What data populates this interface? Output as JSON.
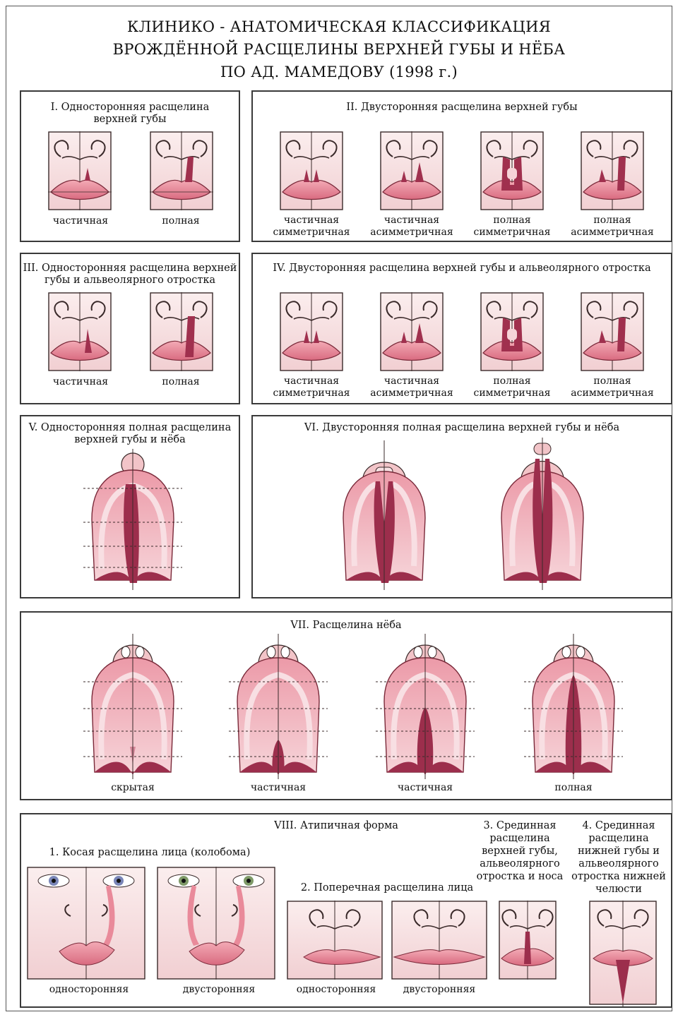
{
  "title": {
    "line1": "КЛИНИКО - АНАТОМИЧЕСКАЯ КЛАССИФИКАЦИЯ",
    "line2": "ВРОЖДЁННОЙ РАСЩЕЛИНЫ ВЕРХНЕЙ ГУБЫ И НЁБА",
    "line3": "ПО АД. МАМЕДОВУ (1998 г.)"
  },
  "colors": {
    "skin": "#f8e4e4",
    "lip": "#e98a9a",
    "lip_dark": "#a0304e",
    "palate": "#f2b4bc",
    "palate_dark": "#9c2e4c",
    "line": "#3a2a2a"
  },
  "panel1": {
    "title1": "I. Односторонняя расщелина",
    "title2": "верхней губы",
    "labels": [
      "частичная",
      "полная"
    ]
  },
  "panel2": {
    "title": "II. Двусторонняя расщелина верхней губы",
    "labels": [
      [
        "частичная",
        "симметричная"
      ],
      [
        "частичная",
        "асимметричная"
      ],
      [
        "полная",
        "симметричная"
      ],
      [
        "полная",
        "асимметричная"
      ]
    ]
  },
  "panel3": {
    "title1": "III. Односторонняя расщелина верхней",
    "title2": "губы и альвеолярного отростка",
    "labels": [
      "частичная",
      "полная"
    ]
  },
  "panel4": {
    "title": "IV. Двусторонняя расщелина  верхней губы и альвеолярного отростка",
    "labels": [
      [
        "частичная",
        "симметричная"
      ],
      [
        "частичная",
        "асимметричная"
      ],
      [
        "полная",
        "симметричная"
      ],
      [
        "полная",
        "асимметричная"
      ]
    ]
  },
  "panel5": {
    "title1": "V. Односторонняя полная расщелина",
    "title2": "верхней    губы и нёба"
  },
  "panel6": {
    "title": "VI.  Двусторонняя полная расщелина верхней губы и нёба"
  },
  "panel7": {
    "title": "VII.  Расщелина нёба",
    "labels": [
      "скрытая",
      "частичная",
      "частичная",
      "полная"
    ]
  },
  "panel8": {
    "title": "VIII. Атипичная форма",
    "sub1": "1. Косая расщелина лица (колобома)",
    "sub2": "2. Поперечная расщелина лица",
    "sub3": [
      "3. Срединная",
      "расщелина",
      "верхней губы,",
      "альвеолярного",
      "отростка и носа"
    ],
    "sub4": [
      "4. Срединная",
      "расщелина",
      "нижней губы и",
      "альвеолярного",
      "отростка нижней",
      "челюсти"
    ],
    "labels": [
      "односторонняя",
      "двусторонняя",
      "односторонняя",
      "двусторонняя"
    ]
  }
}
